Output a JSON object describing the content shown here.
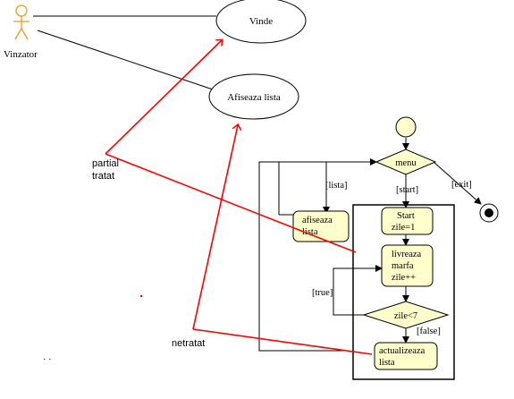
{
  "actor": {
    "label": "Vinzator"
  },
  "use_cases": {
    "vinde": "Vinde",
    "afiseaza_lista": "Afiseaza lista"
  },
  "annotations": {
    "partial_line1": "partial",
    "partial_line2": "tratat",
    "netratat": "netratat"
  },
  "activity": {
    "menu": "menu",
    "afiseaza_line1": "afiseaza",
    "afiseaza_line2": "lista",
    "start_line1": "Start",
    "start_line2": "zile=1",
    "livreaza_line1": "livreaza",
    "livreaza_line2": "marfa",
    "livreaza_line3": "zile++",
    "decision": "zile<7",
    "actualizeaza_line1": "actualizeaza",
    "actualizeaza_line2": "lista"
  },
  "guards": {
    "lista": "[lista]",
    "start": "[start]",
    "exit": "[exit]",
    "true": "[true]",
    "false": "[false]"
  },
  "colors": {
    "node_fill": "#ffffcc",
    "annotation": "#ff0000",
    "actor": "#e0a020"
  }
}
